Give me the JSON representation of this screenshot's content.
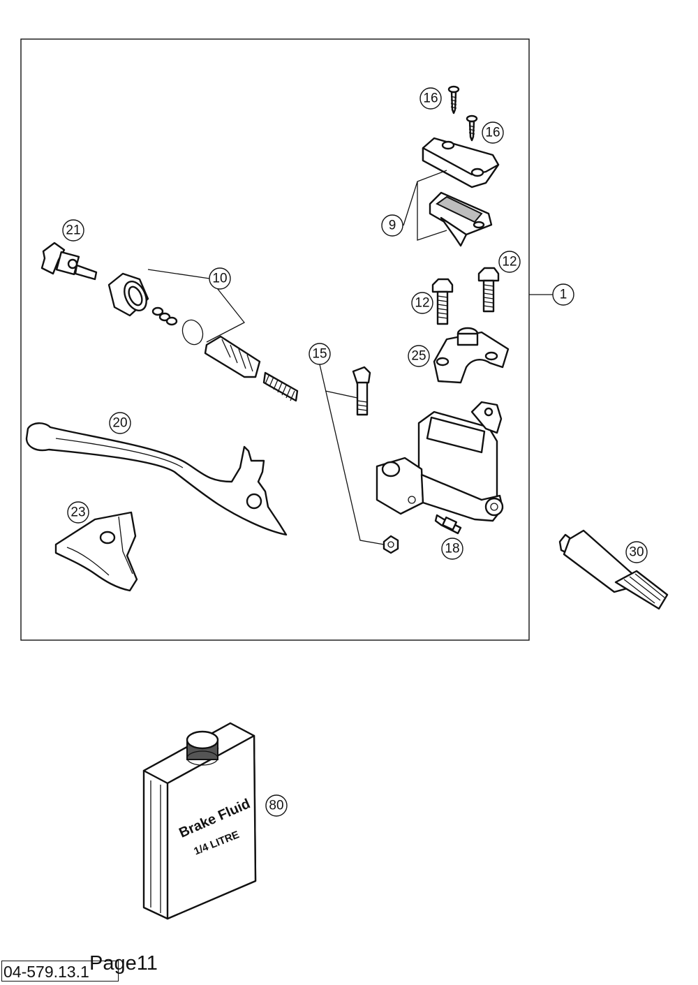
{
  "callouts": {
    "c16a": "16",
    "c16b": "16",
    "c9": "9",
    "c12a": "12",
    "c12b": "12",
    "c1": "1",
    "c21": "21",
    "c10": "10",
    "c15": "15",
    "c25": "25",
    "c20": "20",
    "c23": "23",
    "c18": "18",
    "c30": "30",
    "c80": "80"
  },
  "bottle_label": {
    "line1": "Brake Fluid",
    "line2": "1/4 LITRE"
  },
  "footer": {
    "code": "04-579.13.1",
    "page": "Page11"
  }
}
